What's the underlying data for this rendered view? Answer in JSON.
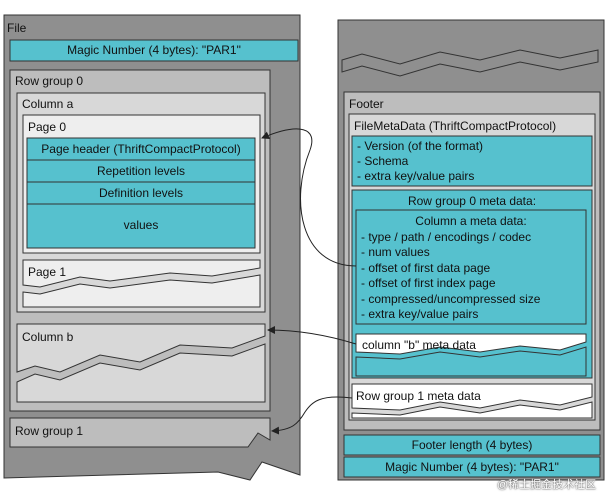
{
  "file": {
    "title": "File",
    "magic_top": "Magic Number (4 bytes): \"PAR1\"",
    "row_group_0": "Row group 0",
    "column_a": "Column a",
    "page_0": "Page 0",
    "page_header": "Page header (ThriftCompactProtocol)",
    "repetition_levels": "Repetition levels",
    "definition_levels": "Definition levels",
    "values": "values",
    "page_1": "Page 1",
    "column_b": "Column b",
    "row_group_1": "Row group 1"
  },
  "footer": {
    "title": "Footer",
    "file_metadata": "FileMetaData (ThriftCompactProtocol)",
    "metadata_items": [
      "- Version (of the format)",
      "- Schema",
      "- extra key/value pairs"
    ],
    "row_group_0_meta": "Row group 0 meta data:",
    "column_a_meta": "Column a meta data:",
    "column_a_meta_items": [
      "- type / path / encodings / codec",
      "- num values",
      "- offset of first data page",
      "- offset of first index page",
      "- compressed/uncompressed size",
      "- extra key/value pairs"
    ],
    "column_b_meta": "column \"b\" meta data",
    "row_group_1_meta": "Row group 1 meta data",
    "footer_length": "Footer length (4 bytes)",
    "magic_bottom": "Magic Number (4 bytes): \"PAR1\""
  },
  "watermark": "@稀土掘金技术社区",
  "colors": {
    "teal": "#56c1ce",
    "light_gray": "#d8d8d8",
    "mid_gray": "#bdbdbd",
    "dark_gray": "#8f8f8f",
    "outline": "#333333"
  }
}
